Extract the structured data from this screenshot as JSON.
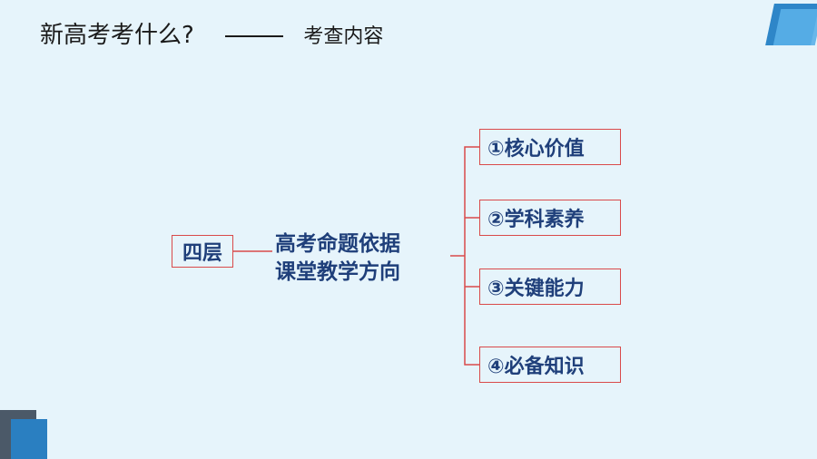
{
  "title": {
    "main": "新高考考什么?",
    "sub": "考查内容"
  },
  "diagram": {
    "left_box": "四层",
    "center_lines": [
      "高考命题依据",
      "课堂教学方向"
    ],
    "right_items": [
      "①核心价值",
      "②学科素养",
      "③关键能力",
      "④必备知识"
    ]
  },
  "colors": {
    "background": "#e6f4fb",
    "box_border": "#d94a4a",
    "text_blue": "#1f3f7a",
    "accent_blue": "#2e86c8"
  }
}
